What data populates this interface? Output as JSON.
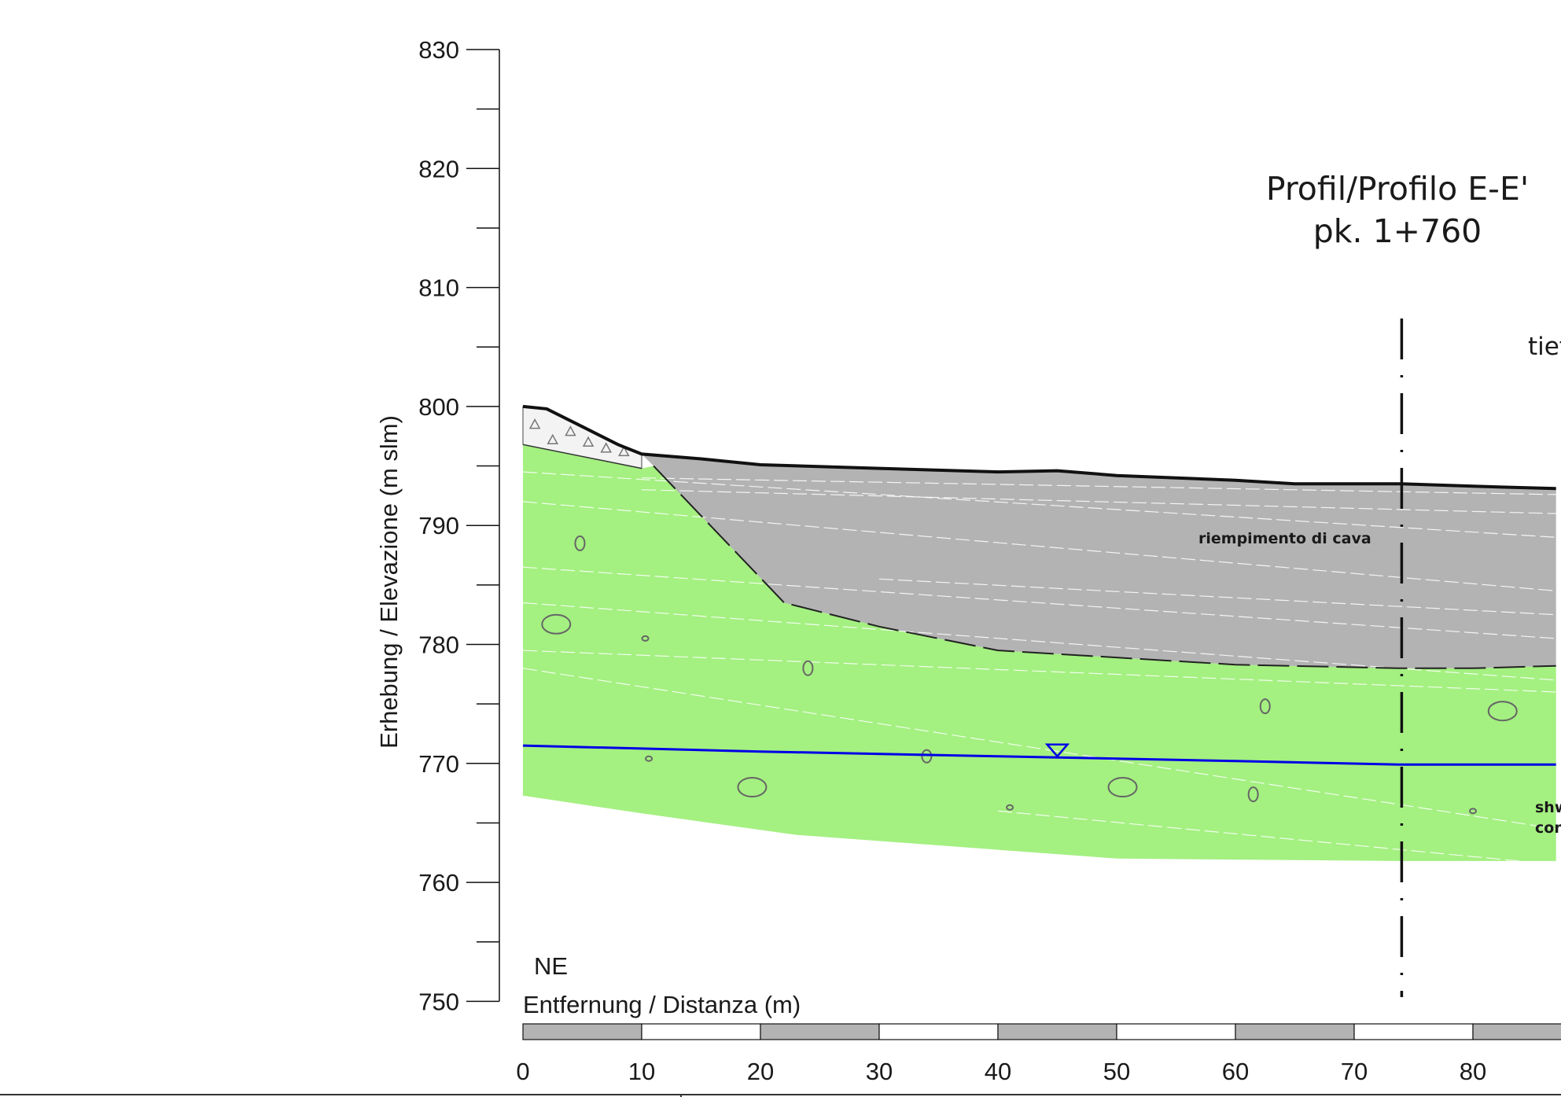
{
  "title": {
    "line1": "Profil/Profilo E-E'",
    "line2": "pk. 1+760"
  },
  "axes": {
    "y_label": "Erhebung / Elevazione  (m slm)",
    "x_label": "Entfernung / Distanza  (m)",
    "y_ticks": [
      750,
      760,
      770,
      780,
      790,
      800,
      810,
      820,
      830
    ],
    "x_ticks": [
      0,
      10,
      20,
      30,
      40,
      50,
      60,
      70,
      80
    ],
    "y_range": [
      750,
      830
    ],
    "x_range": [
      0,
      87
    ]
  },
  "orientation_label": "NE",
  "layers": {
    "quarry_fill_label": "riempimento di cava",
    "gravel_label_fragment_1": "shw",
    "gravel_label_fragment_2": "con"
  },
  "cut_off_label": "tief",
  "profile": {
    "ground_surface": [
      [
        0,
        800
      ],
      [
        2,
        799.8
      ],
      [
        5,
        798.3
      ],
      [
        8,
        796.8
      ],
      [
        10,
        796
      ],
      [
        15,
        795.6
      ],
      [
        20,
        795.1
      ],
      [
        30,
        794.8
      ],
      [
        40,
        794.5
      ],
      [
        45,
        794.6
      ],
      [
        50,
        794.2
      ],
      [
        60,
        793.8
      ],
      [
        65,
        793.5
      ],
      [
        74,
        793.5
      ],
      [
        80,
        793.3
      ],
      [
        87,
        793.1
      ]
    ],
    "groundwater_level": [
      [
        0,
        771.5
      ],
      [
        20,
        771
      ],
      [
        40,
        770.6
      ],
      [
        60,
        770.2
      ],
      [
        74,
        769.9
      ],
      [
        87,
        769.9
      ]
    ],
    "quarry_base": [
      [
        11,
        795
      ],
      [
        22,
        783.5
      ],
      [
        30,
        781.5
      ],
      [
        40,
        779.5
      ],
      [
        60,
        778.3
      ],
      [
        74,
        778
      ],
      [
        80,
        778
      ],
      [
        87,
        778.2
      ]
    ],
    "gravel_base": [
      [
        0,
        767.3
      ],
      [
        10,
        765.8
      ],
      [
        23,
        764
      ],
      [
        50,
        762
      ],
      [
        74,
        761.8
      ],
      [
        87,
        761.8
      ]
    ],
    "gravel_top_left": [
      [
        0,
        796.8
      ],
      [
        10,
        794.8
      ]
    ],
    "section_line_x": 74,
    "groundwater_marker_x": 45
  },
  "colors": {
    "gravel_green": "#a4f081",
    "fill_grey": "#b3b3b3",
    "groundwater_blue": "#0000e6",
    "line_black": "#111111"
  }
}
